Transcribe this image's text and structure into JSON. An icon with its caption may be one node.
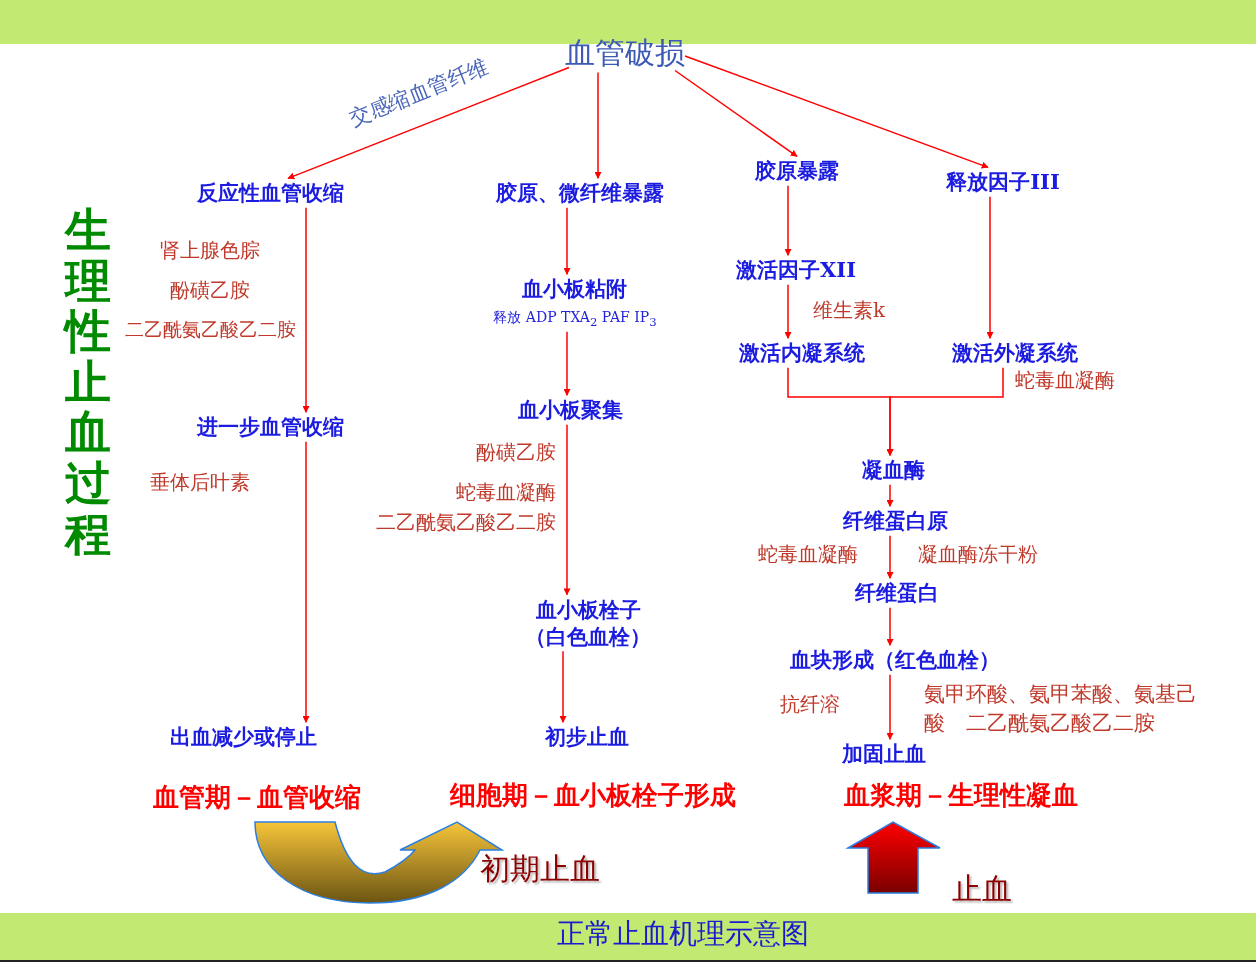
{
  "diagram": {
    "title": "正常止血机理示意图",
    "nodes": [
      {
        "text": [
          "血管破损"
        ]
      },
      {
        "text": [
          "反应性血管收缩"
        ]
      },
      {
        "text": [
          "胶原、微纤维暴露"
        ]
      },
      {
        "text": [
          "胶原暴露"
        ]
      },
      {
        "text": [
          "释放因子III"
        ]
      },
      {
        "text": [
          "进一步血管收缩"
        ]
      },
      {
        "text": [
          "出血减少或停止"
        ]
      },
      {
        "text": [
          "血小板粘附"
        ],
        "beside": [
          "释放 ADP  TXA$_{2}$ PAF  IP$_{3}$"
        ]
      },
      {
        "text": [
          "血小板聚集"
        ]
      },
      {
        "text": [
          "血小板栓子（白色血栓）"
        ]
      },
      {
        "text": [
          "初步止血"
        ]
      },
      {
        "text": [
          "激活因子XII"
        ]
      },
      {
        "text": [
          "激活内凝系统"
        ]
      },
      {
        "text": [
          "激活外凝系统"
        ]
      },
      {
        "text": [
          "凝血酶"
        ]
      },
      {
        "text": [
          "纤维蛋白原"
        ]
      },
      {
        "text": [
          "纤维蛋白"
        ]
      },
      {
        "text": [
          "血块形成（红色血栓）"
        ]
      },
      {
        "text": [
          "加固止血"
        ]
      }
    ],
    "edges": [
      {
        "from": 0,
        "to": 1,
        "arrow": "to",
        "label": "交感缩血管纤维"
      },
      {
        "from": 0,
        "to": 2,
        "arrow": "to"
      },
      {
        "from": 0,
        "to": 3,
        "arrow": "to"
      },
      {
        "from": 0,
        "to": 4,
        "arrow": "to"
      },
      {
        "from": 1,
        "to": 5,
        "arrow": "to"
      },
      {
        "from": 5,
        "to": 6,
        "arrow": "to"
      },
      {
        "from": 2,
        "to": 7,
        "arrow": "to"
      },
      {
        "from": 7,
        "to": 8,
        "arrow": "to"
      },
      {
        "from": 8,
        "to": 9,
        "arrow": "to"
      },
      {
        "from": 9,
        "to": 10,
        "arrow": "to"
      },
      {
        "from": 3,
        "to": 11,
        "arrow": "to"
      },
      {
        "from": 11,
        "to": 12,
        "arrow": "to"
      },
      {
        "from": 4,
        "to": 13,
        "arrow": "to"
      },
      {
        "from": 12,
        "to": 14,
        "arrow": "to"
      },
      {
        "from": 13,
        "to": 14,
        "arrow": "to"
      },
      {
        "from": 14,
        "to": 15,
        "arrow": "to"
      },
      {
        "from": 15,
        "to": 16,
        "arrow": "to"
      },
      {
        "from": 16,
        "to": 17,
        "arrow": "to"
      },
      {
        "from": 17,
        "to": 18,
        "arrow": "to"
      }
    ],
    "labels": [
      "生理性止血过程",
      "肾上腺色腙",
      "酚磺乙胺",
      "二乙酰氨乙酸乙二胺",
      "垂体后叶素",
      "酚磺乙胺",
      "蛇毒血凝酶",
      "二乙酰氨乙酸乙二胺",
      "维生素k",
      "蛇毒血凝酶",
      "蛇毒血凝酶",
      "凝血酶冻干粉",
      "抗纤溶",
      "氨甲环酸、氨甲苯酸、氨基己酸　二乙酰氨乙酸乙二胺",
      "血管期－血管收缩",
      "细胞期－血小板栓子形成",
      "血浆期－生理性凝血",
      "初期止血",
      "止血"
    ]
  }
}
